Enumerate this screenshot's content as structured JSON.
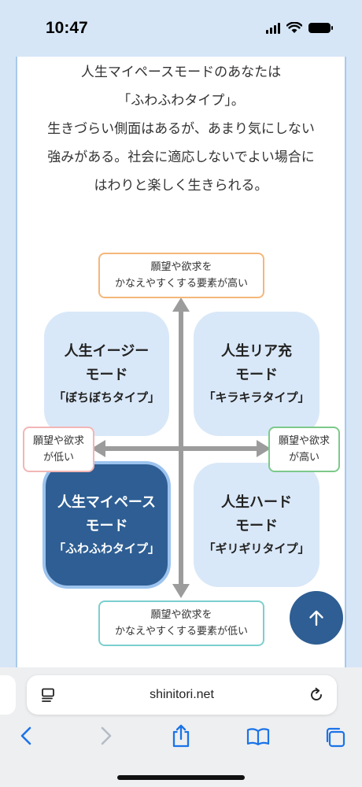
{
  "status_bar": {
    "time": "10:47"
  },
  "article": {
    "intro_lines": [
      "人生マイペースモードのあなたは",
      "「ふわふわタイプ」。",
      "生きづらい側面はあるが、あまり気にしない",
      "強みがある。社会に適応しないでよい場合に",
      "はわりと楽しく生きられる。"
    ]
  },
  "diagram": {
    "axis_top": [
      "願望や欲求を",
      "かなえやすくする要素が高い"
    ],
    "axis_bottom": [
      "願望や欲求を",
      "かなえやすくする要素が低い"
    ],
    "axis_left": [
      "願望や欲求",
      "が低い"
    ],
    "axis_right": [
      "願望や欲求",
      "が高い"
    ],
    "quadrants": {
      "top_left": {
        "name1": "人生イージー",
        "name2": "モード",
        "type": "「ぼちぼちタイプ」"
      },
      "top_right": {
        "name1": "人生リア充",
        "name2": "モード",
        "type": "「キラキラタイプ」"
      },
      "bottom_left": {
        "name1": "人生マイペース",
        "name2": "モード",
        "type": "「ふわふわタイプ」",
        "highlighted": true
      },
      "bottom_right": {
        "name1": "人生ハード",
        "name2": "モード",
        "type": "「ギリギリタイプ」"
      }
    },
    "colors": {
      "quadrant_bg": "#d9e8f8",
      "highlight_bg": "#2e5e93",
      "top_border": "#f4b77a",
      "bottom_border": "#7ccfcf",
      "left_border": "#f2b6b6",
      "right_border": "#7cc98a"
    }
  },
  "browser": {
    "url": "shinitori.net",
    "icons": [
      "page-menu-icon",
      "reload-icon",
      "back-icon",
      "forward-icon",
      "share-icon",
      "bookmarks-icon",
      "tabs-icon"
    ]
  }
}
